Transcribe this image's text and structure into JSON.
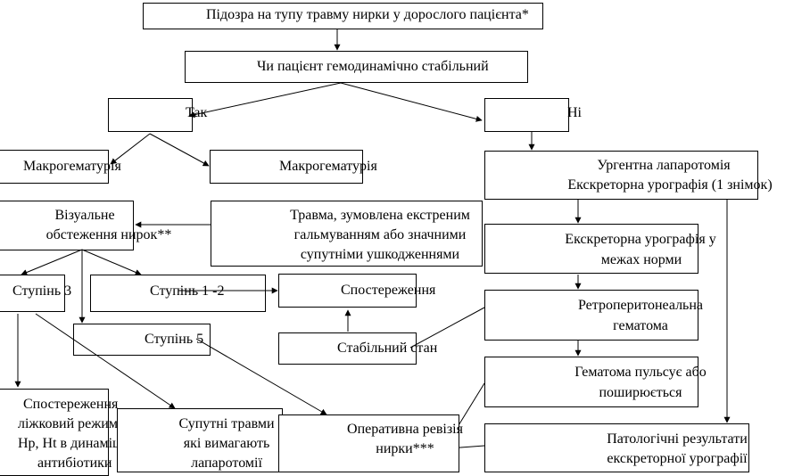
{
  "nodes": {
    "suspicion": "Підозра на тупу травму нирки у дорослого пацієнта*",
    "stable_question": "Чи пацієнт гемодинамічно стабільний",
    "yes": "Так",
    "no": "Ні",
    "macro_left": "Макрогематурія",
    "macro_right": "Макрогематурія",
    "urgent_line1": "Ургентна лапаротомія",
    "urgent_line2": "Екскреторна урографія (1 знімок)",
    "visual_line1": "Візуальне",
    "visual_line2": "обстеження нирок**",
    "trauma_line1": "Травма, зумовлена екстреним",
    "trauma_line2": "гальмуванням або значними",
    "trauma_line3": "супутніми ушкодженнями",
    "excretory_normal_line1": "Екскреторна урографія у",
    "excretory_normal_line2": "межах норми",
    "grade3": "Ступінь 3",
    "grade12": "Ступінь 1 -2",
    "observation": "Спостереження",
    "retro_line1": "Ретроперитонеальна",
    "retro_line2": "гематома",
    "grade5": "Ступінь 5",
    "stable_state": "Стабільний стан",
    "pulsating_line1": "Гематома пульсує або",
    "pulsating_line2": "поширюється",
    "obs_bed_line1": "Спостереження",
    "obs_bed_line2": "ліжковий режим",
    "obs_bed_line3": "Hp, Ht в динаміці",
    "obs_bed_line4": "антибіотики",
    "concomitant_line1": "Супутні травми",
    "concomitant_line2": "які вимагають",
    "concomitant_line3": "лапаротомії",
    "operative_line1": "Оперативна ревізія",
    "operative_line2": "нирки***",
    "pathologic_line1": "Патологічні результати",
    "pathologic_line2": "екскреторної урографії"
  }
}
